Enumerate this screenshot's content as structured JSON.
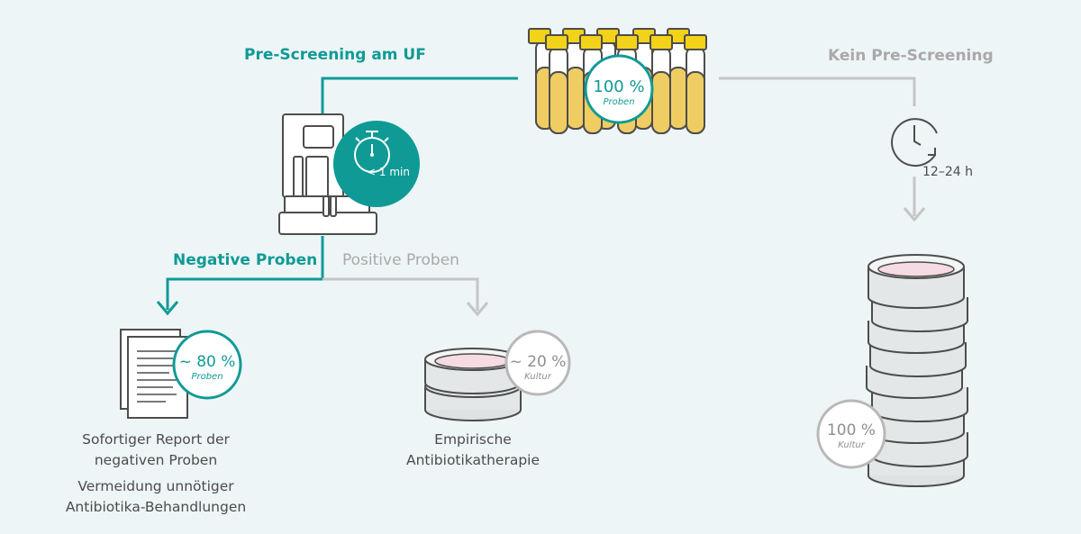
{
  "labels": {
    "pre_screening": "Pre-Screening am UF",
    "kein_pre_screening": "Kein Pre-Screening",
    "negative": "Negative Proben",
    "positive": "Positive Proben",
    "time_short": "< 1 min",
    "time_long": "12–24 h"
  },
  "badges": {
    "tubes": {
      "value": "100 %",
      "sub": "Proben"
    },
    "report": {
      "value": "~ 80 %",
      "sub": "Proben"
    },
    "culture_small": {
      "value": "~ 20 %",
      "sub": "Kultur"
    },
    "culture_stack": {
      "value": "100 %",
      "sub": "Kultur"
    }
  },
  "captions": {
    "report_line1": "Sofortiger Report der",
    "report_line2": "negativen Proben",
    "report_line3": "Vermeidung unnötiger",
    "report_line4": "Antibiotika-Behandlungen",
    "therapy_line1": "Empirische",
    "therapy_line2": "Antibiotikatherapie"
  },
  "colors": {
    "teal": "#0f9a96",
    "grey": "#bdbdbd",
    "tube_liquid": "#f0cd63",
    "tube_cap": "#f3d21a",
    "background": "#eef5f6",
    "dish_pink": "#f6dbe3"
  },
  "icons": [
    "tube-rack-icon",
    "analyzer-icon",
    "stopwatch-icon",
    "clock-icon",
    "documents-icon",
    "petri-dish-icon",
    "petri-stack-icon"
  ]
}
